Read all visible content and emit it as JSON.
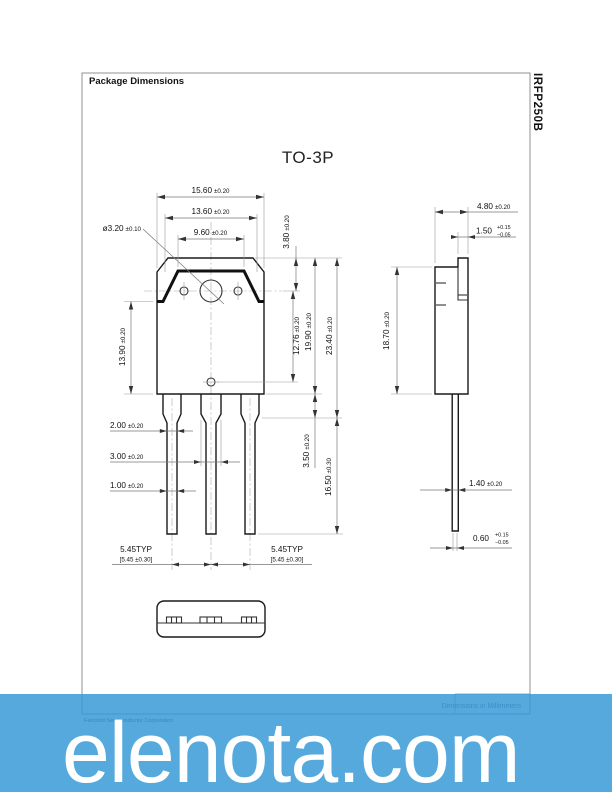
{
  "page": {
    "header_title": "Package Dimensions",
    "part_number": "IRFP250B",
    "package_name": "TO-3P",
    "footer_note": "Dimensions in Millimeters",
    "footer_copyright": "Fairchild Semiconductor Corporation",
    "watermark": "elenota.com",
    "banner_color": "#55a9dc"
  },
  "front_view": {
    "dim_width_outer": {
      "value": "15.60",
      "tol": "±0.20"
    },
    "dim_width_mid": {
      "value": "13.60",
      "tol": "±0.20"
    },
    "dim_width_inner": {
      "value": "9.60",
      "tol": "±0.20"
    },
    "dim_hole_diameter": {
      "value": "ø3.20",
      "tol": "±0.10"
    },
    "dim_top_to_hole_center": {
      "value": "3.80",
      "tol": "±0.20"
    },
    "dim_hole_to_hole": {
      "value": "12.76",
      "tol": "±0.20"
    },
    "dim_body_height": {
      "value": "19.90",
      "tol": "±0.20"
    },
    "dim_overall_to_shoulder": {
      "value": "23.40",
      "tol": "±0.20"
    },
    "dim_tab_face_height": {
      "value": "13.90",
      "tol": "±0.20"
    },
    "dim_lead_width_upper": {
      "value": "2.00",
      "tol": "±0.20"
    },
    "dim_center_lead_width": {
      "value": "3.00",
      "tol": "±0.20"
    },
    "dim_lead_width_lower": {
      "value": "1.00",
      "tol": "±0.20"
    },
    "dim_shoulder_length": {
      "value": "3.50",
      "tol": "±0.20"
    },
    "dim_lead_length": {
      "value": "16.50",
      "tol": "±0.30"
    },
    "dim_lead_pitch_left": {
      "line1": "5.45TYP",
      "line2": "[5.45 ±0.30]"
    },
    "dim_lead_pitch_right": {
      "line1": "5.45TYP",
      "line2": "[5.45 ±0.30]"
    }
  },
  "side_view": {
    "dim_body_thickness": {
      "value": "4.80",
      "tol": "±0.20"
    },
    "dim_tab_thickness": {
      "value": "1.50",
      "tol_plus": "+0.15",
      "tol_minus": "−0.05"
    },
    "dim_mold_height": {
      "value": "18.70",
      "tol": "±0.20"
    },
    "dim_lead_thickness": {
      "value": "1.40",
      "tol": "±0.20"
    },
    "dim_lead_tip_thickness": {
      "value": "0.60",
      "tol_plus": "+0.15",
      "tol_minus": "−0.05"
    }
  }
}
